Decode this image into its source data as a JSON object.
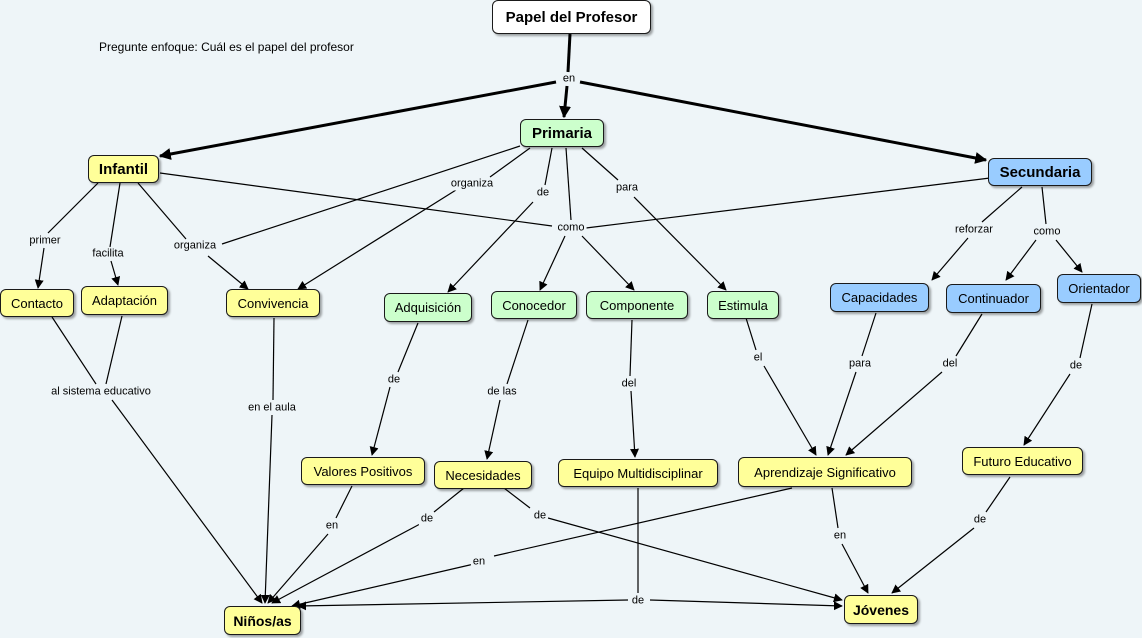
{
  "focus_question": "Pregunte enfoque: Cuál es el papel del profesor",
  "nodes": {
    "papel": "Papel del Profesor",
    "primaria": "Primaria",
    "infantil": "Infantil",
    "secundaria": "Secundaria",
    "contacto": "Contacto",
    "adaptacion": "Adaptación",
    "convivencia": "Convivencia",
    "adquisicion": "Adquisición",
    "conocedor": "Conocedor",
    "componente": "Componente",
    "estimula": "Estimula",
    "capacidades": "Capacidades",
    "continuador": "Continuador",
    "orientador": "Orientador",
    "valores": "Valores Positivos",
    "necesidades": "Necesidades",
    "equipo": "Equipo Multidisciplinar",
    "aprendizaje": "Aprendizaje Significativo",
    "futuro": "Futuro Educativo",
    "ninos": "Niños/as",
    "jovenes": "Jóvenes"
  },
  "links": {
    "en_top": "en",
    "primer": "primer",
    "facilita": "facilita",
    "organiza_inf": "organiza",
    "organiza_prim": "organiza",
    "de_prim": "de",
    "como_prim": "como",
    "para_prim": "para",
    "reforzar": "reforzar",
    "como_sec": "como",
    "al_sistema": "al sistema educativo",
    "en_el_aula": "en el aula",
    "de_adq": "de",
    "de_las": "de las",
    "del_comp": "del",
    "el_est": "el",
    "para_cap": "para",
    "del_cont": "del",
    "de_ori": "de",
    "en_val": "en",
    "de_nec_ninos": "de",
    "de_nec_jov": "de",
    "en_apr_ninos": "en",
    "en_apr_jov": "en",
    "de_fut": "de",
    "de_equipo": "de"
  }
}
